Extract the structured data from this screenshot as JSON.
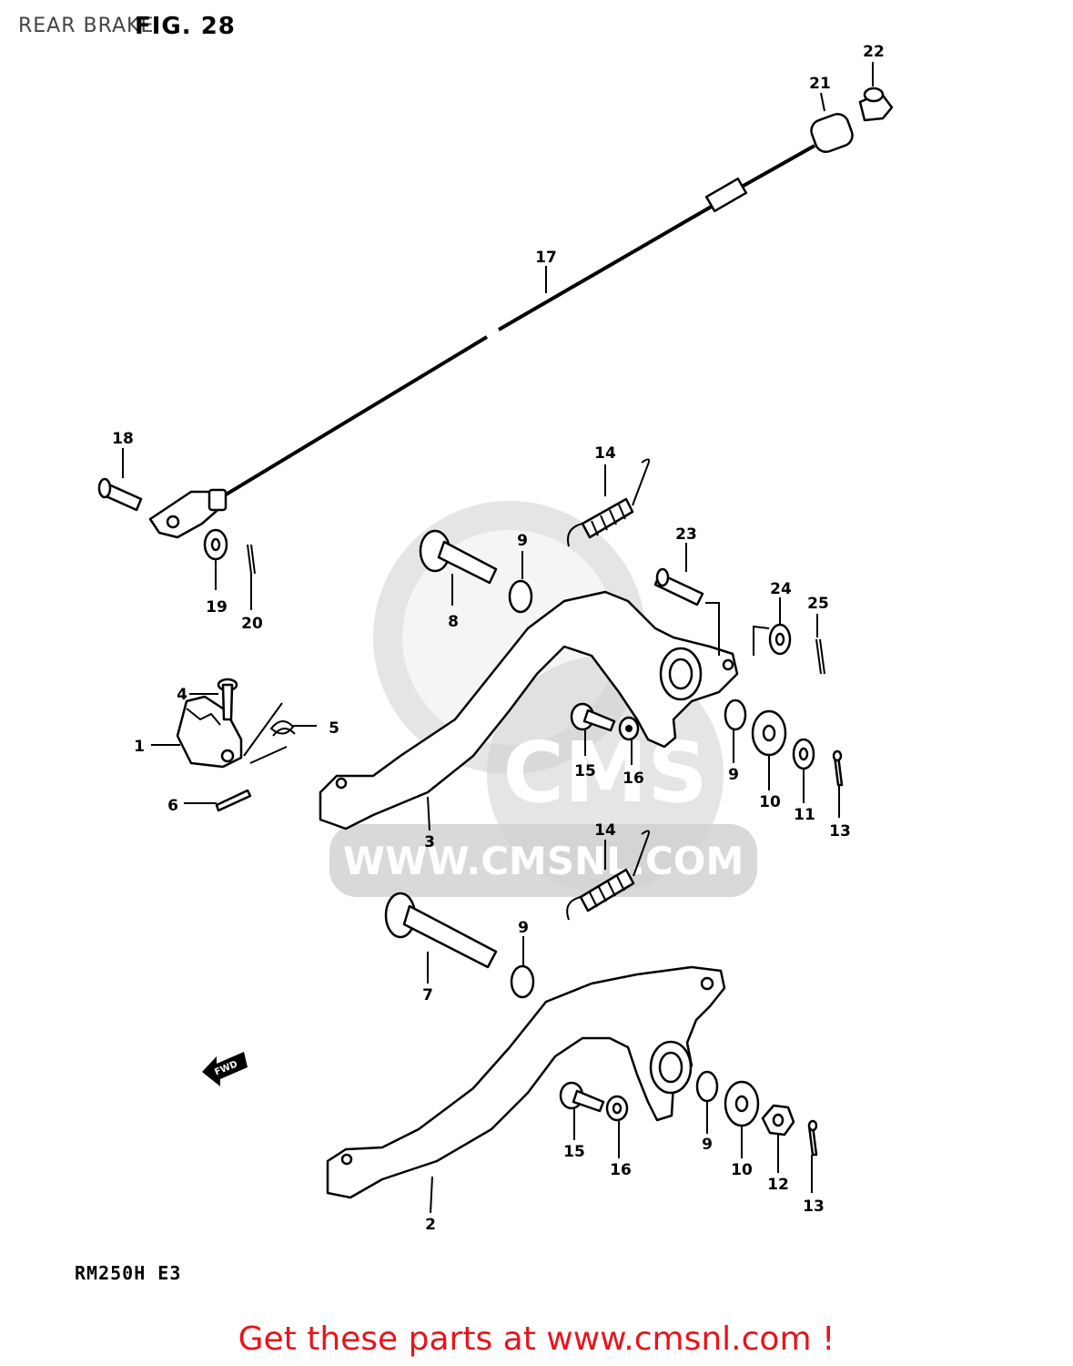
{
  "header": {
    "page_title": "REAR BRAKE",
    "figure_label": "FIG. 28"
  },
  "watermark": {
    "brand": "CMS",
    "url": "WWW.CMSNL.COM"
  },
  "model_code": "RM250H E3",
  "fwd_arrow_label": "FWD",
  "footer": {
    "link_text": "Get these parts at www.cmsnl.com !"
  },
  "callouts": {
    "c1": "1",
    "c2": "2",
    "c3": "3",
    "c4": "4",
    "c5": "5",
    "c6": "6",
    "c7": "7",
    "c8": "8",
    "c9a": "9",
    "c9b": "9",
    "c9c": "9",
    "c9d": "9",
    "c10a": "10",
    "c10b": "10",
    "c11": "11",
    "c12": "12",
    "c13a": "13",
    "c13b": "13",
    "c14a": "14",
    "c14b": "14",
    "c15a": "15",
    "c15b": "15",
    "c16a": "16",
    "c16b": "16",
    "c17": "17",
    "c18": "18",
    "c19": "19",
    "c20": "20",
    "c21": "21",
    "c22": "22",
    "c23": "23",
    "c24": "24",
    "c25": "25"
  }
}
